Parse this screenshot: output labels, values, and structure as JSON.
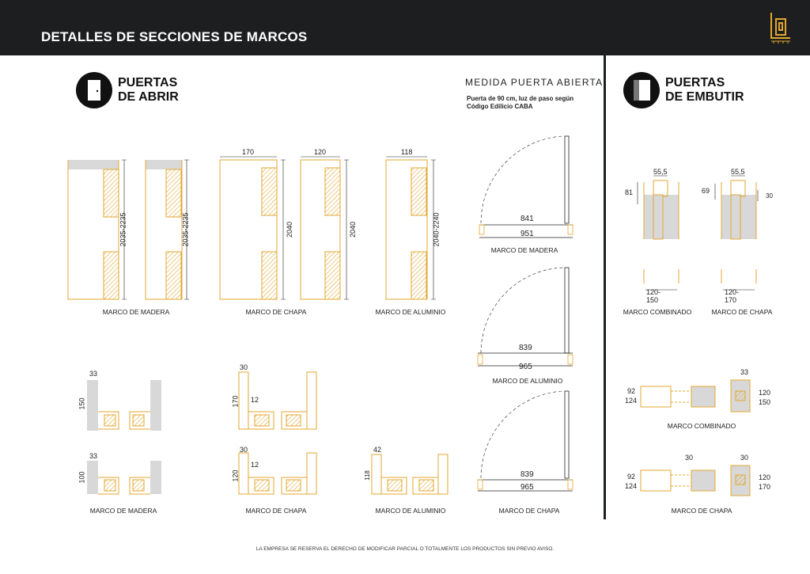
{
  "header": {
    "title": "DETALLES DE SECCIONES DE MARCOS"
  },
  "left_section": {
    "title_line1": "PUERTAS",
    "title_line2": "DE ABRIR"
  },
  "right_section": {
    "title_line1": "PUERTAS",
    "title_line2": "DE EMBUTIR"
  },
  "medida": {
    "title": "MEDIDA PUERTA ABIERTA",
    "note_line1": "Puerta de 90 cm, luz de paso según",
    "note_line2": "Código Edilicio CABA"
  },
  "elevations": [
    {
      "caption": "MARCO DE MADERA",
      "dim_height": "2035-2235",
      "dim_height_2": "2035-2235"
    },
    {
      "caption": "MARCO DE CHAPA",
      "dim_top": "170",
      "dim_top_2": "120",
      "dim_height": "2040",
      "dim_height_2": "2040"
    },
    {
      "caption": "MARCO DE ALUMINIO",
      "dim_top": "118",
      "dim_height": "2040-2240"
    }
  ],
  "sections": [
    {
      "caption": "MARCO DE MADERA",
      "dim_a": "33",
      "dim_b": "150"
    },
    {
      "caption": "MARCO DE CHAPA",
      "dim_a": "30",
      "dim_b": "170",
      "dim_c": "12"
    },
    {
      "caption": "MARCO DE MADERA",
      "dim_a": "33",
      "dim_b": "100"
    },
    {
      "caption": "MARCO DE CHAPA",
      "dim_a": "30",
      "dim_b": "120",
      "dim_c": "12"
    },
    {
      "caption": "MARCO DE ALUMINIO",
      "dim_a": "42",
      "dim_b": "118"
    }
  ],
  "openings": [
    {
      "caption": "MARCO DE MADERA",
      "inner": "841",
      "outer": "951"
    },
    {
      "caption": "MARCO DE ALUMINIO",
      "inner": "839",
      "outer": "965"
    },
    {
      "caption": "MARCO DE CHAPA",
      "inner": "839",
      "outer": "965"
    }
  ],
  "embutir_elevations": [
    {
      "caption": "MARCO COMBINADO",
      "dim_top": "55,5",
      "dim_side": "81",
      "dim_bottom": "120-150"
    },
    {
      "caption": "MARCO DE CHAPA",
      "dim_top": "55,5",
      "dim_side": "69",
      "dim_side_2": "30",
      "dim_bottom": "120-170"
    }
  ],
  "embutir_sections": [
    {
      "caption": "MARCO COMBINADO",
      "dim_left_1": "92",
      "dim_left_2": "124",
      "dim_top": "33",
      "dim_right_1": "120",
      "dim_right_2": "150"
    },
    {
      "caption": "MARCO DE CHAPA",
      "dim_left_1": "92",
      "dim_left_2": "124",
      "dim_top": "30",
      "dim_top_2": "30",
      "dim_right_1": "120",
      "dim_right_2": "170"
    }
  ],
  "footer": {
    "text": "LA EMPRESA SE RESERVA EL DERECHO DE MODIFICAR PARCIAL O TOTALMENTE LOS PRODUCTOS SIN PREVIO AVISO."
  },
  "colors": {
    "frame": "#e3a72f",
    "dark": "#1c1e1f",
    "wall": "#d8d8d8"
  }
}
